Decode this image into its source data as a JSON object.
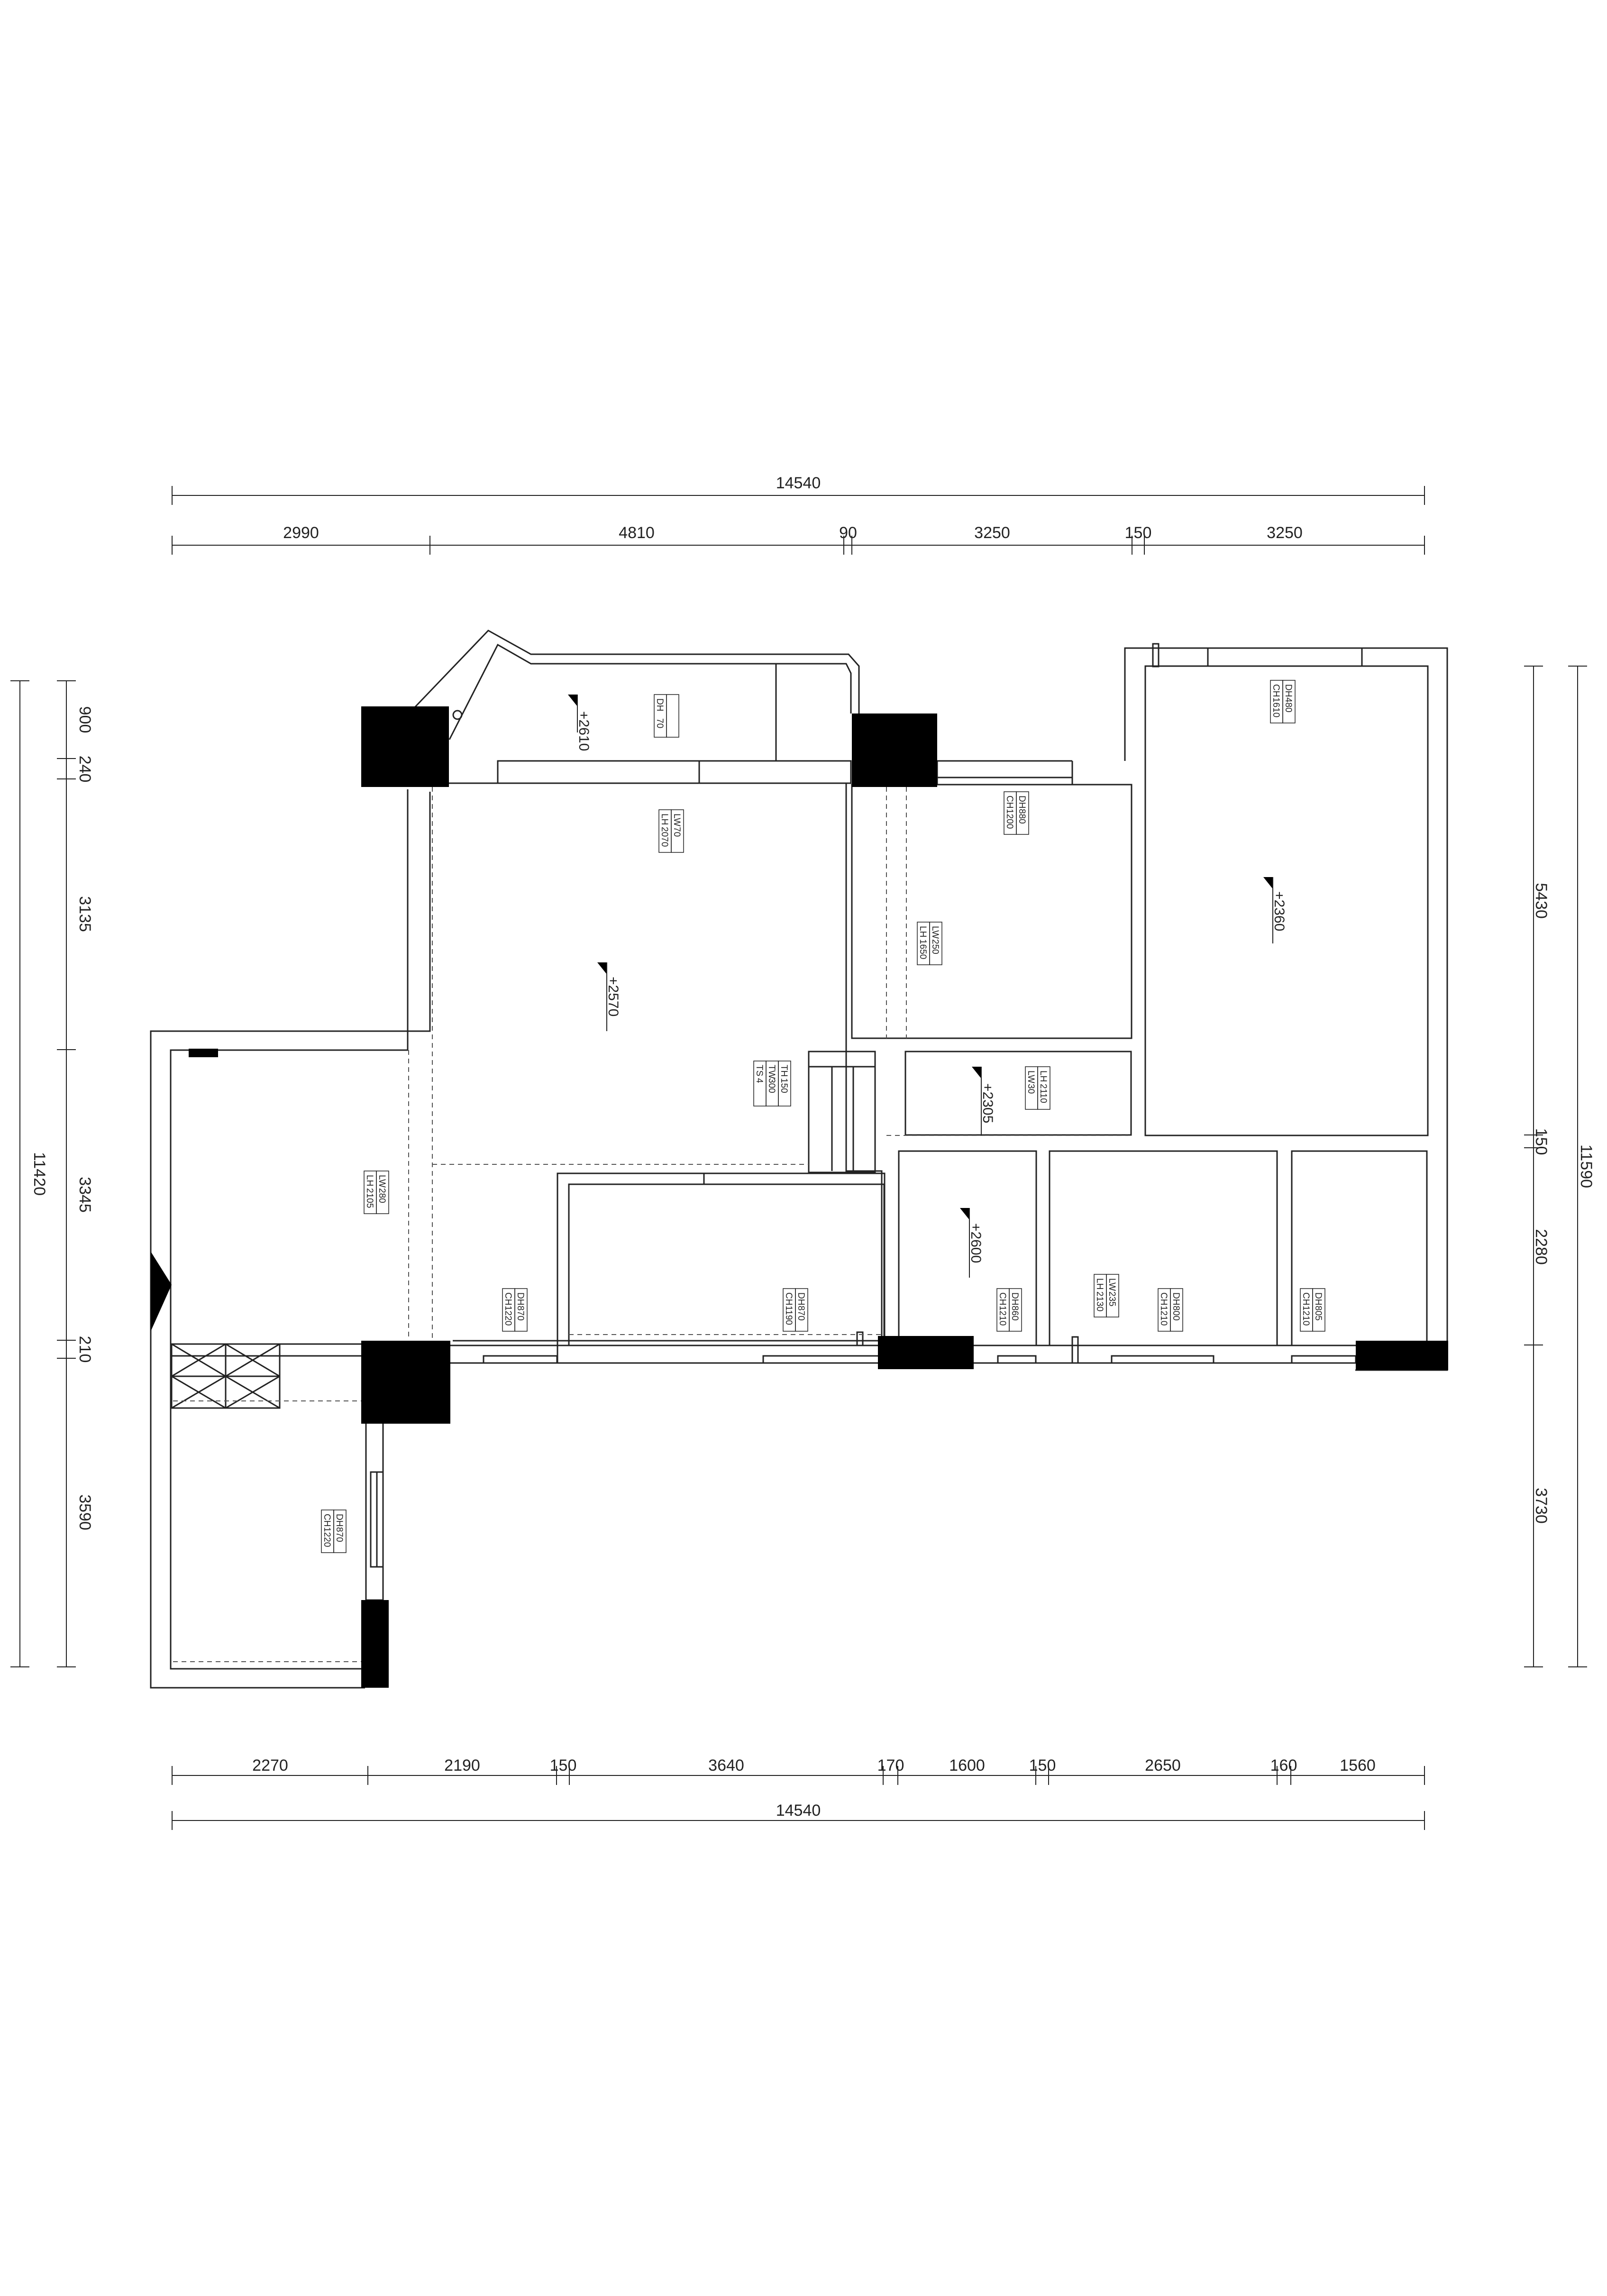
{
  "colors": {
    "line": "#222222",
    "fill": "#000000",
    "dashed": "#555555"
  },
  "dimensions": {
    "top_total": "14540",
    "top_segments": [
      "2990",
      "4810",
      "90",
      "3250",
      "150",
      "3250"
    ],
    "bottom_segments": [
      "2270",
      "2190",
      "150",
      "3640",
      "170",
      "1600",
      "150",
      "2650",
      "160",
      "1560"
    ],
    "bottom_total": "14540",
    "left_segments": [
      "900",
      "240",
      "3135",
      "3345",
      "210",
      "3590"
    ],
    "left_total": "11420",
    "right_segments": [
      "5430",
      "150",
      "2280",
      "3730"
    ],
    "right_total": "11590"
  },
  "levels": [
    "+2610",
    "+2570",
    "+2305",
    "+2360",
    "+2600"
  ],
  "tags": [
    [
      "DH",
      "70"
    ],
    [
      "LH",
      "2070",
      "LW",
      "70"
    ],
    [
      "CH",
      "1200",
      "DH",
      "880"
    ],
    [
      "LH",
      "1650",
      "LW",
      "250"
    ],
    [
      "CH",
      "1610",
      "DH",
      "480"
    ],
    [
      "TH",
      "150",
      "TW",
      "300",
      "TS",
      "4"
    ],
    [
      "LH",
      "2110",
      "LW",
      "30"
    ],
    [
      "LH",
      "2105",
      "LW",
      "280"
    ],
    [
      "CH",
      "1220",
      "DH",
      "870"
    ],
    [
      "CH",
      "1190",
      "DH",
      "870"
    ],
    [
      "CH",
      "1210",
      "DH",
      "860"
    ],
    [
      "LH",
      "2130",
      "LW",
      "235"
    ],
    [
      "CH",
      "1210",
      "DH",
      "800"
    ],
    [
      "CH",
      "1210",
      "DH",
      "805"
    ],
    [
      "CH",
      "1220",
      "DH",
      "870"
    ]
  ]
}
